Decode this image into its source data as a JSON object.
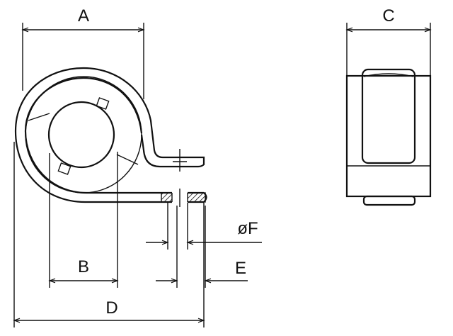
{
  "labels": {
    "A": "A",
    "B": "B",
    "C": "C",
    "D": "D",
    "E": "E",
    "F": "øF"
  },
  "colors": {
    "line": "#111111",
    "background": "#ffffff",
    "part_fill": "#ffffff"
  }
}
